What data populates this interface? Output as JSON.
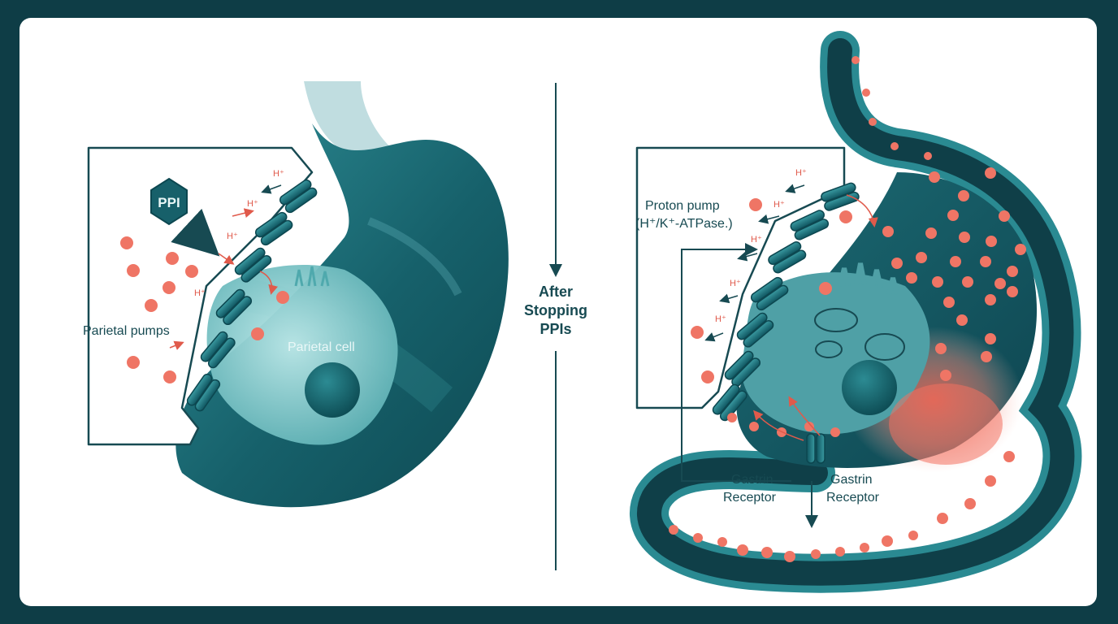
{
  "left_panel": {
    "ppi_badge": "PPI",
    "parietal_pumps_label": "Parietal pumps",
    "parietal_cell_label": "Parietal cell",
    "ion_label": "H⁺"
  },
  "center": {
    "title": "After Stopping PPIs"
  },
  "right_panel": {
    "proton_pump_label_line1": "Proton pump",
    "proton_pump_label_line2": "(H⁺/K⁺-ATPase.)",
    "gastrin_receptor_left_line1": "Gastrin",
    "gastrin_receptor_left_line2": "Receptor",
    "gastrin_receptor_right_line1": "Gastrin",
    "gastrin_receptor_right_line2": "Receptor",
    "ion_label": "H⁺"
  },
  "colors": {
    "frame": "#0e3d46",
    "teal_dark": "#0f4f58",
    "teal_mid": "#2a8a92",
    "cell_light": "#8fd0d2",
    "acid_red": "#e05a4b"
  }
}
